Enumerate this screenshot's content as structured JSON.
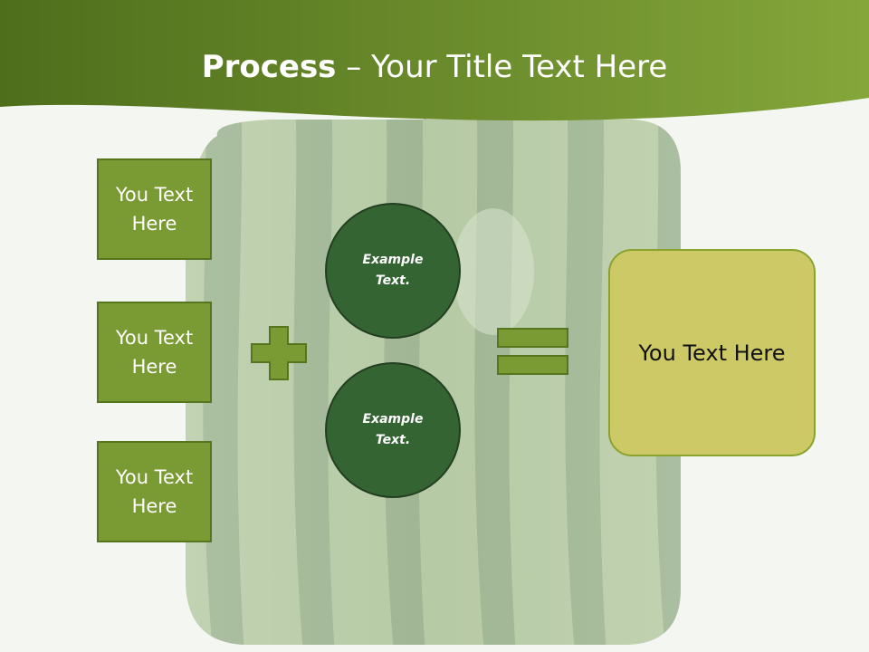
{
  "title": {
    "bold": "Process",
    "rest": " – Your Title Text Here"
  },
  "left_boxes": [
    {
      "label": "You Text Here"
    },
    {
      "label": "You Text Here"
    },
    {
      "label": "You Text Here"
    }
  ],
  "circles": [
    {
      "label": "Example Text."
    },
    {
      "label": "Example Text."
    }
  ],
  "result": {
    "label": "You Text Here"
  },
  "colors": {
    "header_dark": "#4f6e1c",
    "header_light": "#84a63a",
    "box": "#7a9a33",
    "circle": "#356433",
    "result": "#ccc966"
  },
  "icons": {
    "operator_1": "plus-icon",
    "operator_2": "equals-icon"
  }
}
